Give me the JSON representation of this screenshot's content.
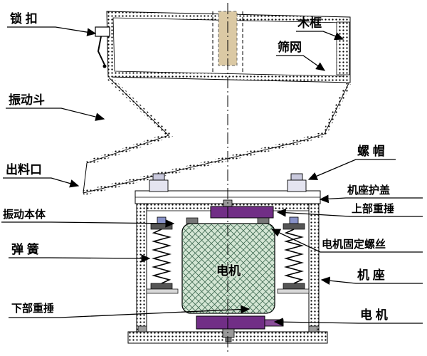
{
  "labels": {
    "lock": "锁 扣",
    "wooden_frame": "木框",
    "screen_mesh": "筛网",
    "vibration_hopper": "振动斗",
    "discharge_outlet": "出料口",
    "nut": "螺 帽",
    "base_cover": "机座护盖",
    "vibration_body": "振动本体",
    "upper_weight": "上部重捶",
    "spring": "弹 簧",
    "motor_fixing_screw": "电机固定螺丝",
    "machine_base": "机 座",
    "lower_weight": "下部重捶",
    "motor_right": "电 机",
    "motor_inner": "电机"
  },
  "colors": {
    "weight_purple": "#712e86",
    "motor_green": "#d4e6d4",
    "tube_tan": "#dbc9a4",
    "hardware_gray": "#c9c9dd",
    "line_black": "#000000",
    "background": "#ffffff"
  }
}
